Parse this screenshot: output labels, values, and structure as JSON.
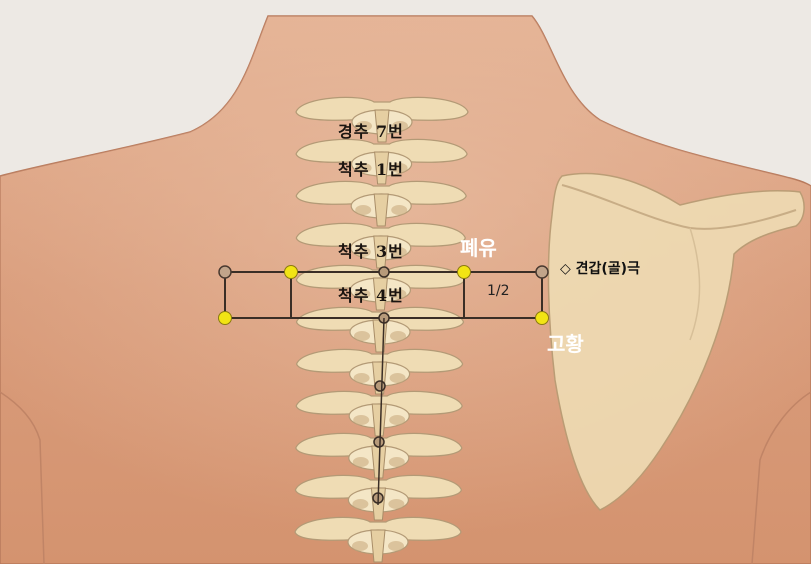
{
  "labels": {
    "c7": "경추 7번",
    "t1": "척추 1번",
    "t3": "척추 3번",
    "t4": "척추 4번",
    "feiyu": "폐유",
    "gaohuang": "고황",
    "scapula": "◇ 견갑(골)극",
    "fraction": "1/2"
  },
  "colors": {
    "skin": "#d9a07e",
    "bone": "#efdcb4",
    "point_yellow": "#f2e414",
    "line": "#3a2e26"
  }
}
